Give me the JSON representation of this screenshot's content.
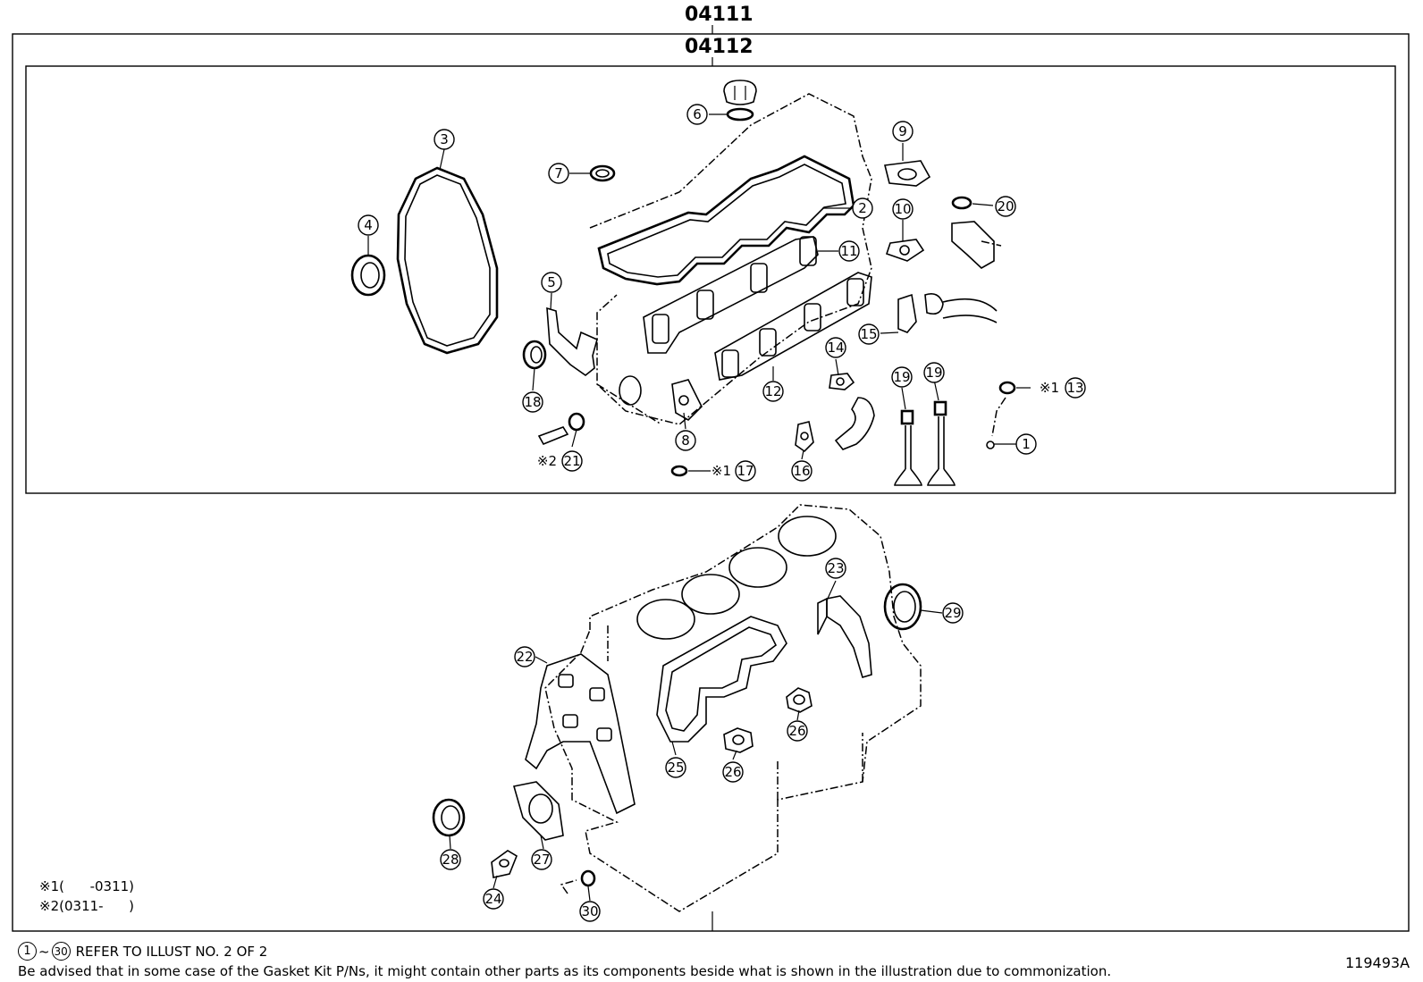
{
  "assemblies": {
    "outer": "04111",
    "inner": "04112"
  },
  "callouts": [
    "1",
    "2",
    "3",
    "4",
    "5",
    "6",
    "7",
    "8",
    "9",
    "10",
    "11",
    "12",
    "13",
    "14",
    "15",
    "16",
    "17",
    "18",
    "19",
    "20",
    "21",
    "22",
    "23",
    "24",
    "25",
    "26",
    "27",
    "28",
    "29",
    "30"
  ],
  "markers": {
    "m1_prefix": "※1",
    "m2_prefix": "※2"
  },
  "notes": {
    "n1_mark": "※1",
    "n1_text": "(      -0311)",
    "n2_mark": "※2",
    "n2_text": "(0311-      )"
  },
  "footer": {
    "range_start": "1",
    "range_sep": "~",
    "range_end": "30",
    "refer_text": "REFER TO ILLUST NO. 2 OF 2",
    "advisory": "Be advised that in some case of the Gasket Kit P/Ns,  it might contain other parts as its components beside what is shown in the illustration due to commonization.",
    "illust_id": "119493A"
  }
}
